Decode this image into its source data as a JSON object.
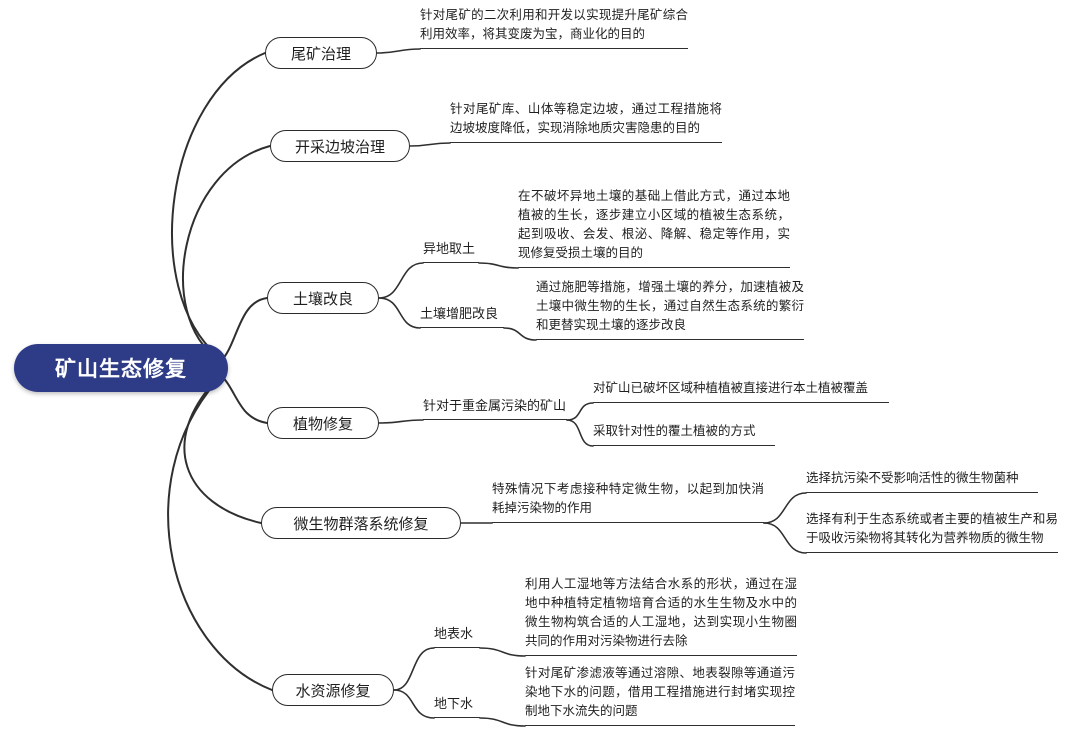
{
  "colors": {
    "canvas_bg": "#ffffff",
    "root_bg": "#2e3c88",
    "root_text": "#ffffff",
    "node_bg": "#ffffff",
    "node_border": "#2b2b2b",
    "line": "#2f2f2f",
    "text": "#1f1f1f"
  },
  "root": {
    "label": "矿山生态修复"
  },
  "branches": [
    {
      "label": "尾矿治理",
      "note": "针对尾矿的二次利用和开发以实现提升尾矿综合利用效率，将其变废为宝，商业化的目的"
    },
    {
      "label": "开采边坡治理",
      "note": "针对尾矿库、山体等稳定边坡，通过工程措施将边坡坡度降低，实现消除地质灾害隐患的目的"
    },
    {
      "label": "土壤改良",
      "children": [
        {
          "label": "异地取土",
          "note": "在不破坏异地土壤的基础上借此方式，通过本地植被的生长，逐步建立小区域的植被生态系统，起到吸收、会发、根泌、降解、稳定等作用，实现修复受损土壤的目的"
        },
        {
          "label": "土壤增肥改良",
          "note": "通过施肥等措施，增强土壤的养分，加速植被及土壤中微生物的生长，通过自然生态系统的繁衍和更替实现土壤的逐步改良"
        }
      ]
    },
    {
      "label": "植物修复",
      "qualifier": "针对于重金属污染的矿山",
      "leaves": [
        "对矿山已破坏区域种植植被直接进行本土植被覆盖",
        "采取针对性的覆土植被的方式"
      ]
    },
    {
      "label": "微生物群落系统修复",
      "note": "特殊情况下考虑接种特定微生物，以起到加快消耗掉污染物的作用",
      "leaves": [
        "选择抗污染不受影响活性的微生物菌种",
        "选择有利于生态系统或者主要的植被生产和易于吸收污染物将其转化为营养物质的微生物"
      ]
    },
    {
      "label": "水资源修复",
      "children": [
        {
          "label": "地表水",
          "note": "利用人工湿地等方法结合水系的形状，通过在湿地中种植特定植物培育合适的水生生物及水中的微生物构筑合适的人工湿地，达到实现小生物圈共同的作用对污染物进行去除"
        },
        {
          "label": "地下水",
          "note": "针对尾矿渗滤液等通过溶隙、地表裂隙等通道污染地下水的问题，借用工程措施进行封堵实现控制地下水流失的问题"
        }
      ]
    }
  ]
}
